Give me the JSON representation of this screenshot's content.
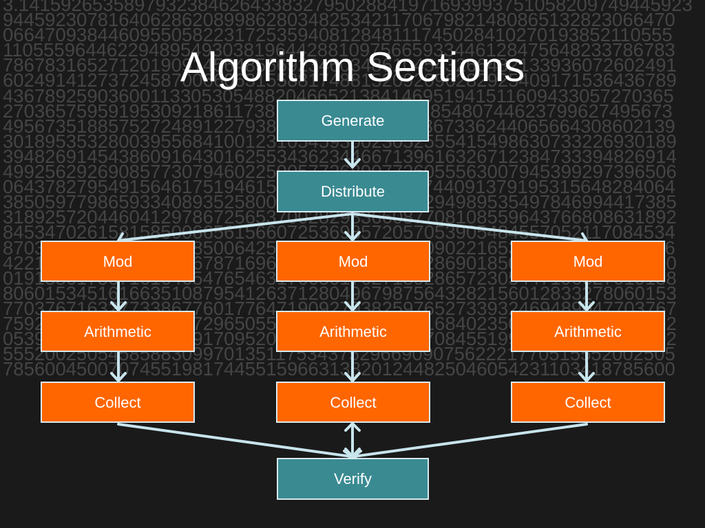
{
  "background_digits": [
    "3.1415926535897932384626433832795028841971693993751058209749445923",
    "9445923078164062862089986280348253421170679821480865132823066470",
    "0664709384460955058223172535940812848111745028410270193852110555",
    "1105559644622948954930381964428810975665933446128475648233786783",
    "7867831652712019091456485669234603486104543266482133936072602491",
    "6024914127372458700660631558817488152092096282925409171536436789",
    "4367892590360011330530548820466521384146951941511609433057270365",
    "2703657595919530921861173819326117931051185480744623799627495673",
    "4956735188575272489122793818301194912983367336244065664308602139",
    "3018953532800395568410012310545930023052555415498630733226930189",
    "3948269145438609164301625534362344667139616326712384733394826914",
    "4992562926908577307946022590577268907726055563007945399297396506",
    "0643782795491564617519461520116307195101744091379195315648284064",
    "3850597798659334089352580065328272898060294989535497846994417385",
    "3189257204460412978672565370028298366087708108559643766808631892",
    "8453470261581585006656156607253698572057053905484557052117084534",
    "8703167224592185298500642521307381320213090221653617536211870316",
    "4221066801227023716787169656727921252797286901850855753765342210",
    "0191386175071616465476546317665017627189286572305447196627019138",
    "8060153451616635108795412637128049679875643282156012833278060153",
    "7703767163277338677601776471909279382597652733932469489047703767",
    "7592872702485461897296505574275080825040168402350653293625427592",
    "0539245029593263809170952063726039659594708455199922443053924502",
    "5552002505458588309970135117534375296690907562221770515552002505",
    "7856004500707455198174455159663138201244825046054231103418785600"
  ],
  "title": "Algorithm Sections",
  "colors": {
    "background": "#1a1a1a",
    "digits": "#454545",
    "teal": "#3a8a92",
    "orange": "#ff6600",
    "border": "#d8eaf0",
    "arrow": "#c8e4ec"
  },
  "diagram": {
    "generate": "Generate",
    "distribute": "Distribute",
    "verify": "Verify",
    "columns": [
      {
        "mod": "Mod",
        "arithmetic": "Arithmetic",
        "collect": "Collect"
      },
      {
        "mod": "Mod",
        "arithmetic": "Arithmetic",
        "collect": "Collect"
      },
      {
        "mod": "Mod",
        "arithmetic": "Arithmetic",
        "collect": "Collect"
      }
    ]
  }
}
